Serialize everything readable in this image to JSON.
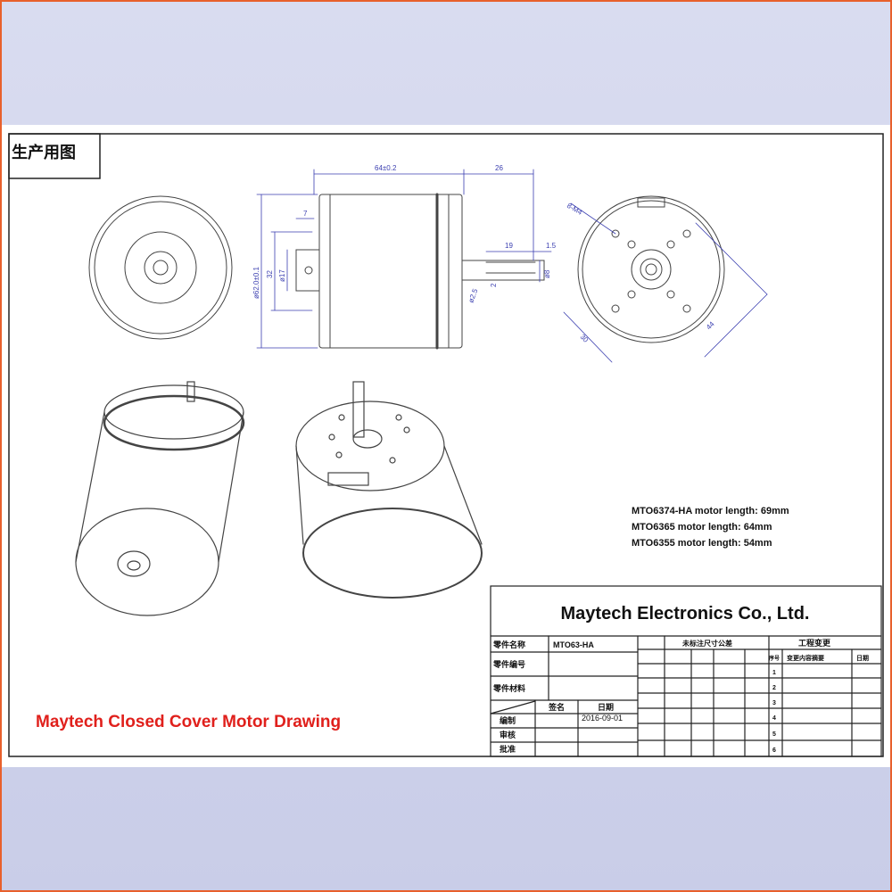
{
  "sheet_label": "生产用图",
  "side_view_dims": {
    "length": "64±0.2",
    "shaft_length": "26",
    "boss_len": "7",
    "mount_dia": "32",
    "boss_dia": "ø17",
    "body_dia": "ø62.0±0.1",
    "shaft_flat": "19",
    "shaft_tip": "1.5",
    "shaft_dia": "ø8",
    "flat_dia": "ø2.5",
    "flat_depth": "2"
  },
  "front_view_dims": {
    "holes": "8-M4",
    "pcd_small": "30",
    "pcd_large": "44"
  },
  "motor_lengths": [
    "MTO6374-HA motor length: 69mm",
    "MTO6365 motor length: 64mm",
    "MTO6355 motor length: 54mm"
  ],
  "title_block": {
    "company": "Maytech Electronics Co., Ltd.",
    "part_name_label": "零件名称",
    "part_name": "MTO63-HA",
    "part_number_label": "零件编号",
    "part_material_label": "零件材料",
    "signature_label": "签名",
    "date_label": "日期",
    "drawn_label": "编制",
    "drawn_date": "2016-09-01",
    "checked_label": "审核",
    "approved_label": "批准",
    "tolerance_header": "未标注尺寸公差",
    "eng_change_header": "工程变更",
    "seq_label": "序号",
    "change_summary_label": "变更内容摘要",
    "change_date_label": "日期",
    "seq_numbers": [
      "1",
      "2",
      "3",
      "4",
      "5",
      "6"
    ]
  },
  "caption": "Maytech Closed Cover Motor Drawing"
}
